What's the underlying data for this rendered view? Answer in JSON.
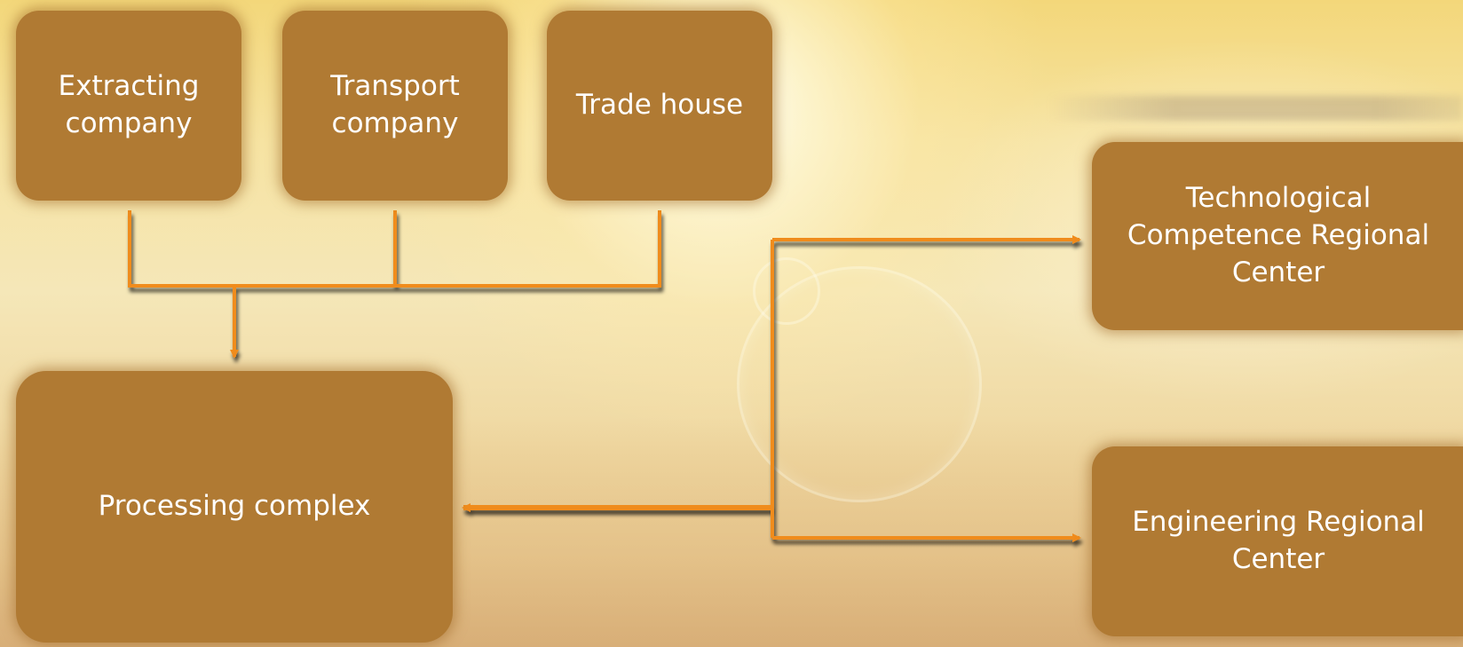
{
  "diagram": {
    "nodes": {
      "extracting": "Extracting\ncompany",
      "transport": "Transport\ncompany",
      "trade": "Trade house",
      "processing": "Processing complex",
      "tech_center": "Technological\nCompetence Regional\nCenter",
      "eng_center": "Engineering Regional\nCenter"
    },
    "edges": [
      {
        "from": "extracting",
        "to": "processing"
      },
      {
        "from": "transport",
        "to": "processing"
      },
      {
        "from": "trade",
        "to": "processing"
      },
      {
        "from": "hub",
        "to": "processing"
      },
      {
        "from": "hub",
        "to": "tech_center"
      },
      {
        "from": "hub",
        "to": "eng_center"
      }
    ],
    "colors": {
      "box_fill": "#b07a33",
      "connector": "#f08c1e",
      "text": "#ffffff"
    }
  }
}
